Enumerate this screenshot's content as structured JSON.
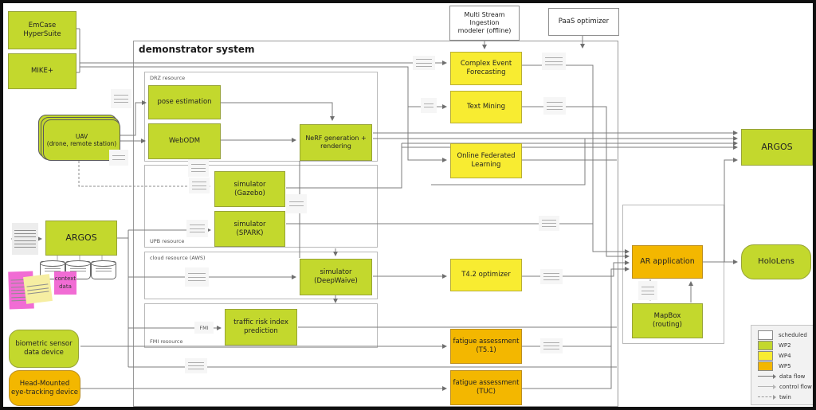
{
  "title": "demonstrator system",
  "colors": {
    "wp2_green": "#c3d82d",
    "wp4_yellow": "#f8ec31",
    "wp5_orange": "#f3b700",
    "scheduled_white": "#ffffff",
    "sticky_pink": "#f16cd4",
    "sticky_yellow": "#f6eea2",
    "data_flow_line": "#7c7c7c",
    "control_flow_line": "#b5b5b5"
  },
  "nodes": {
    "emcase": {
      "label": "EmCase\nHyperSuite"
    },
    "mike": {
      "label": "MIKE+"
    },
    "uav": {
      "label": "UAV\n(drone, remote station)"
    },
    "argos_left": {
      "label": "ARGOS"
    },
    "biometric": {
      "label": "biometric sensor\ndata device"
    },
    "eyetracking": {
      "label": "Head-Mounted\neye-tracking device"
    },
    "multi_stream": {
      "label": "Multi Stream\nIngestion\nmodeler (offline)"
    },
    "paas": {
      "label": "PaaS optimizer"
    },
    "pose": {
      "label": "pose estimation"
    },
    "webodm": {
      "label": "WebODM"
    },
    "nerf": {
      "label": "NeRF generation +\nrendering"
    },
    "gazebo": {
      "label": "simulator\n(Gazebo)"
    },
    "spark": {
      "label": "simulator\n(SPARK)"
    },
    "deepwaive": {
      "label": "simulator\n(DeepWaive)"
    },
    "traffic": {
      "label": "traffic risk index\nprediction"
    },
    "cef": {
      "label": "Complex Event\nForecasting"
    },
    "text_mining": {
      "label": "Text Mining"
    },
    "ofl": {
      "label": "Online Federated\nLearning"
    },
    "t42": {
      "label": "T4.2 optimizer"
    },
    "fatigue_t51": {
      "label": "fatigue assessment\n(T5.1)"
    },
    "fatigue_tuc": {
      "label": "fatigue assessment\n(TUC)"
    },
    "ar_app": {
      "label": "AR application"
    },
    "mapbox": {
      "label": "MapBox\n(routing)"
    },
    "argos_right": {
      "label": "ARGOS"
    },
    "hololens": {
      "label": "HoloLens"
    }
  },
  "containers": {
    "demonstrator": {
      "label": "demonstrator system"
    },
    "drz": {
      "label": "DRZ resource"
    },
    "upb": {
      "label": "UPB resource"
    },
    "cloud": {
      "label": "cloud resource (AWS)"
    },
    "fmi": {
      "label": "FMI resource"
    }
  },
  "flow_labels": {
    "fmi": "FMI"
  },
  "notes": {
    "context_data": "context\ndata"
  },
  "legend": {
    "items": [
      {
        "label": "scheduled",
        "color": "#ffffff"
      },
      {
        "label": "WP2",
        "color": "#c3d82d"
      },
      {
        "label": "WP4",
        "color": "#f8ec31"
      },
      {
        "label": "WP5",
        "color": "#f3b700"
      }
    ],
    "flows": [
      {
        "label": "data flow",
        "style": "solid"
      },
      {
        "label": "control flow",
        "style": "control"
      },
      {
        "label": "twin",
        "style": "dashed"
      }
    ]
  }
}
